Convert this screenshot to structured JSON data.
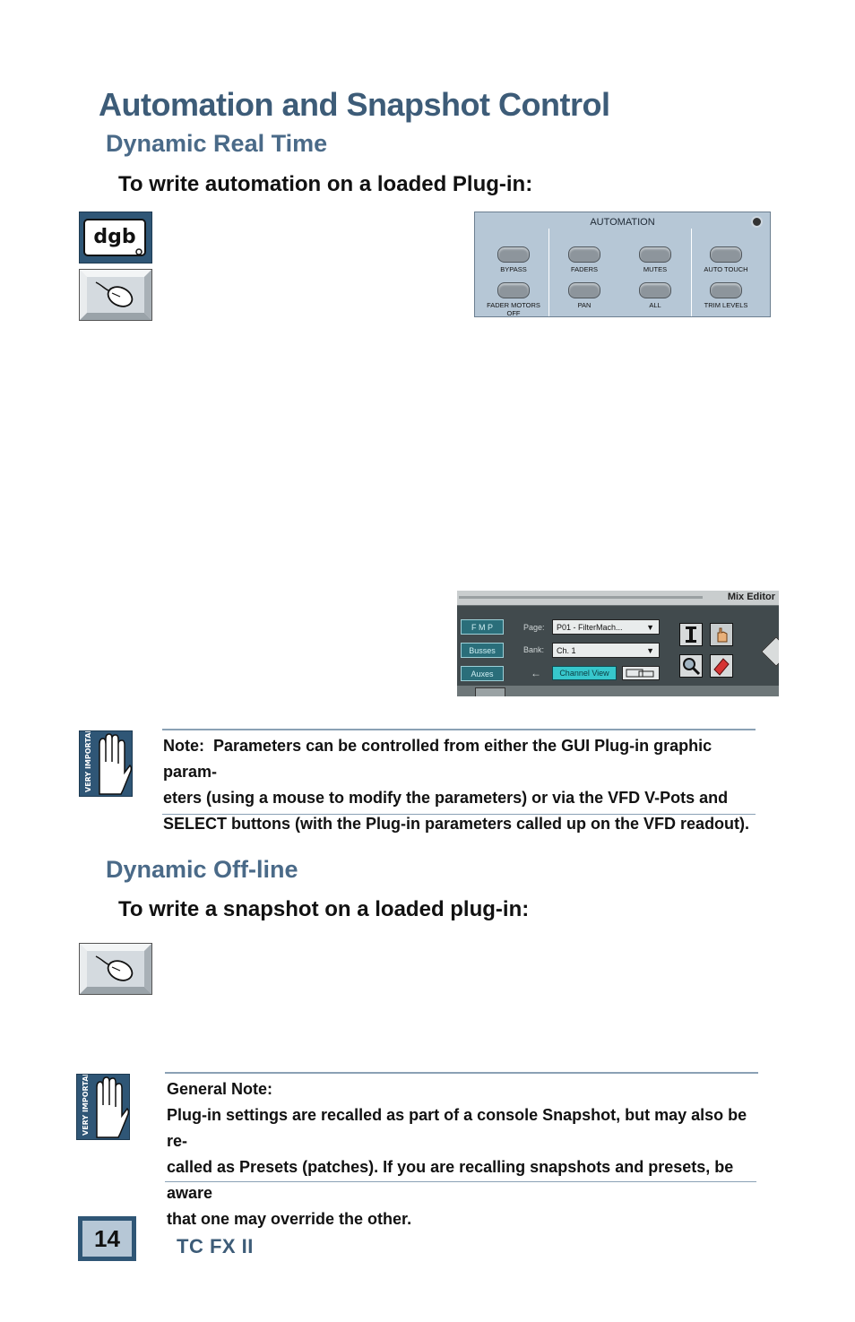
{
  "heading": "Automation and Snapshot Control",
  "section1": {
    "title": "Dynamic Real Time",
    "subtitle": "To write automation on a loaded Plug-in:"
  },
  "automation_panel": {
    "title": "AUTOMATION",
    "buttons": [
      {
        "label": "BYPASS"
      },
      {
        "label": "FADERS"
      },
      {
        "label": "MUTES"
      },
      {
        "label": "AUTO TOUCH"
      },
      {
        "label": "FADER MOTORS OFF"
      },
      {
        "label": "PAN"
      },
      {
        "label": "ALL"
      },
      {
        "label": "TRIM LEVELS"
      }
    ]
  },
  "mix_editor": {
    "title": "Mix Editor",
    "left_buttons": [
      "F M P",
      "Busses",
      "Auxes"
    ],
    "page_label": "Page:",
    "page_value": "P01 - FilterMach...",
    "bank_label": "Bank:",
    "bank_value": "Ch. 1",
    "back_arrow": "←",
    "channel_view": "Channel View"
  },
  "note1": {
    "label": "Note:",
    "text": "Parameters can be controlled from either the GUI Plug-in graphic param-eters (using a mouse to modify the parameters) or via the VFD V-Pots and SELECT buttons (with the Plug-in parameters called up on the VFD readout).",
    "lines": [
      "Parameters can be controlled from either the GUI Plug-in graphic param-",
      "eters (using a mouse to modify the parameters) or via the VFD V-Pots and",
      "SELECT buttons (with the Plug-in parameters called up on the VFD readout)."
    ],
    "badge": "VERY IMPORTANT"
  },
  "section2": {
    "title": "Dynamic Off-line",
    "subtitle": "To write a snapshot on a loaded plug-in:"
  },
  "note2": {
    "label": "General Note:",
    "lines": [
      "Plug-in settings are recalled as part of a console Snapshot, but may also be re-",
      "called as Presets (patches). If you are recalling snapshots and presets, be aware",
      "that one may override the other."
    ],
    "badge": "VERY IMPORTANT"
  },
  "footer": {
    "page_number": "14",
    "product": "TC FX II"
  },
  "colors": {
    "heading": "#3d5c78",
    "accent_blue": "#2f5676",
    "panel_blue": "#b6c7d6"
  }
}
